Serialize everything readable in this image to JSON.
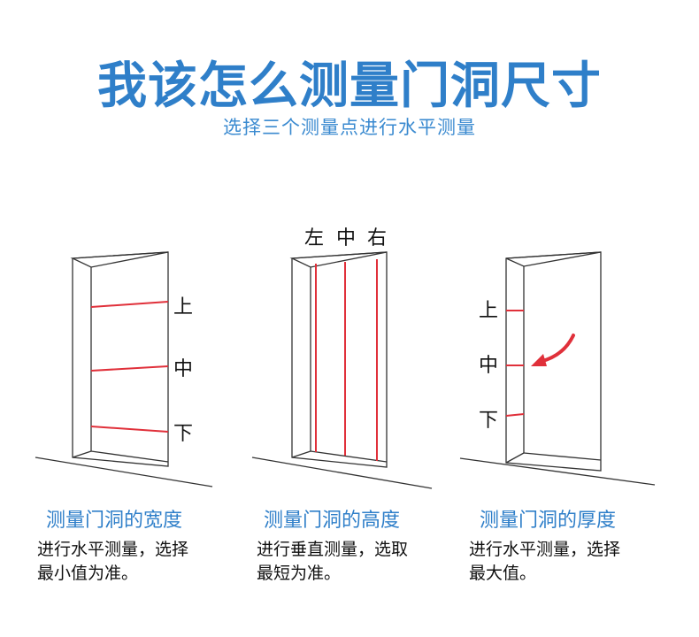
{
  "title": "我该怎么测量门洞尺寸",
  "subtitle": "选择三个测量点进行水平测量",
  "width_panel": {
    "labels": [
      "上",
      "中",
      "下"
    ],
    "caption": "测量门洞的宽度",
    "desc_lines": [
      "进行水平测量，选择",
      "最小值为准。"
    ]
  },
  "height_panel": {
    "labels": [
      "左",
      "中",
      "右"
    ],
    "caption": "测量门洞的高度",
    "desc_lines": [
      "进行垂直测量，选取",
      "最短为准。"
    ]
  },
  "depth_panel": {
    "labels": [
      "上",
      "中",
      "下"
    ],
    "caption": "测量门洞的厚度",
    "desc_lines": [
      "进行水平测量，选择",
      "最大值。"
    ]
  },
  "colors": {
    "accent": "#2f7fc9",
    "measure_line": "#e0303a",
    "outline": "#333333"
  }
}
